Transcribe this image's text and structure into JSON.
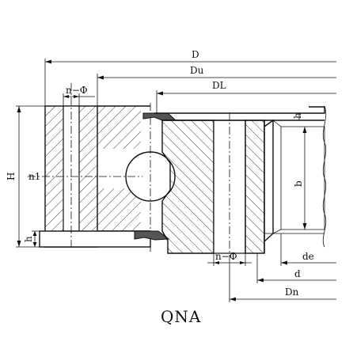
{
  "diagram": {
    "caption": "QNA",
    "labels": {
      "D": "D",
      "Du": "Du",
      "DL": "DL",
      "H": "H",
      "h_left": "h",
      "n1": "n1",
      "hole_top": "n−Φ",
      "hole_bottom": "n−Φ",
      "b": "b",
      "h_right": "h",
      "de": "de",
      "d": "d",
      "Dn": "Dn"
    }
  }
}
